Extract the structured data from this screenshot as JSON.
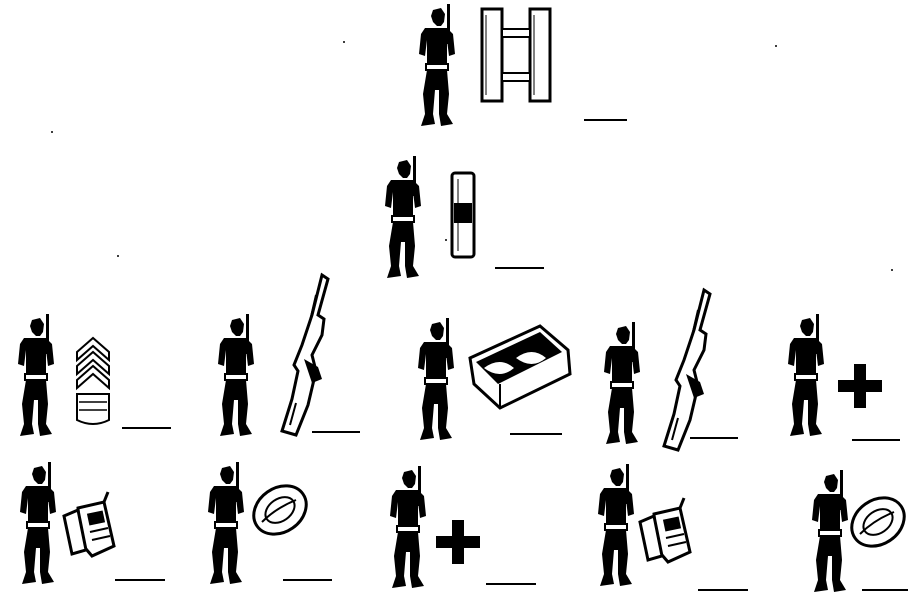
{
  "rows": [
    {
      "name": "row-leader",
      "units": [
        {
          "icon": "captain-bars-icon"
        }
      ]
    },
    {
      "name": "row-second",
      "units": [
        {
          "icon": "lieutenant-bar-icon"
        }
      ]
    },
    {
      "name": "row-third",
      "units": [
        {
          "icon": "sergeant-chevrons-icon"
        },
        {
          "icon": "rifle-icon"
        },
        {
          "icon": "ammo-box-icon"
        },
        {
          "icon": "rifle-icon"
        },
        {
          "icon": "medic-cross-icon"
        }
      ]
    },
    {
      "name": "row-fourth",
      "units": [
        {
          "icon": "radio-icon"
        },
        {
          "icon": "helmet-icon"
        },
        {
          "icon": "medic-cross-icon"
        },
        {
          "icon": "radio-icon"
        },
        {
          "icon": "helmet-icon"
        }
      ]
    }
  ],
  "colors": {
    "ink": "#000000",
    "paper": "#ffffff"
  }
}
